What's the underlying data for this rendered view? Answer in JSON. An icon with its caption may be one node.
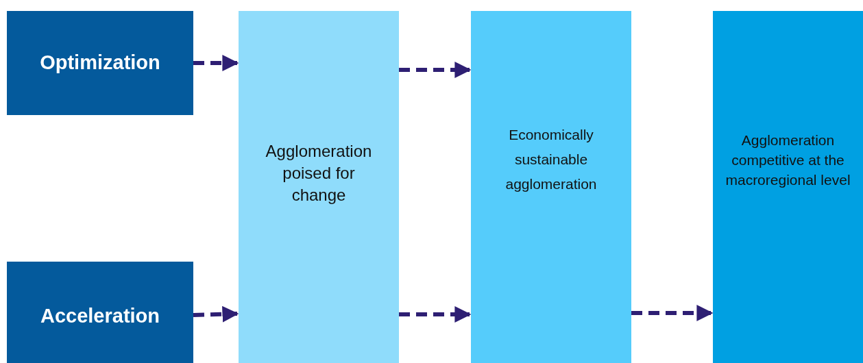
{
  "diagram": {
    "nodes": [
      {
        "text": [
          "Optimization"
        ]
      },
      {
        "text": [
          "Acceleration"
        ]
      },
      {
        "text": [
          "Agglomeration poised for change"
        ]
      },
      {
        "text": [
          "Economically sustainable agglomeration"
        ]
      },
      {
        "text": [
          "Agglomeration competitive at the macroregional level"
        ]
      }
    ],
    "edges": [
      {
        "from": 0,
        "to": 2,
        "arrow": "to",
        "style": "dashed"
      },
      {
        "from": 1,
        "to": 2,
        "arrow": "to",
        "style": "dashed"
      },
      {
        "from": 2,
        "to": 3,
        "arrow": "to",
        "style": "dashed"
      },
      {
        "from": 2,
        "to": 3,
        "arrow": "to",
        "style": "dashed"
      },
      {
        "from": 3,
        "to": 4,
        "arrow": "to",
        "style": "dashed"
      }
    ]
  }
}
